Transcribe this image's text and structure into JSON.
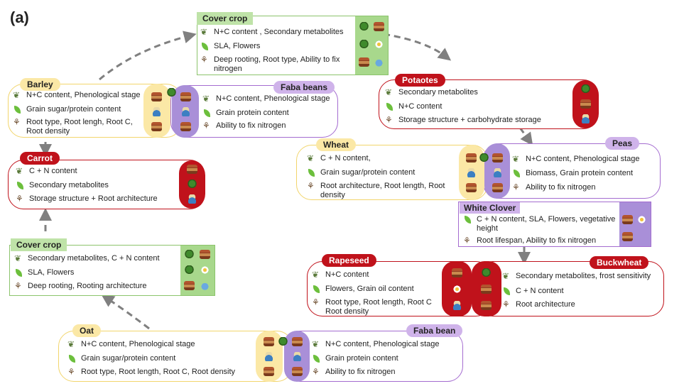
{
  "panel_label": "(a)",
  "nodes": {
    "cover_crop_top": {
      "title": "Cover crop",
      "lines": [
        "N+C content , Secondary metabolites",
        "SLA, Flowers",
        "Deep rooting, Root type, Ability to fix nitrogen"
      ]
    },
    "barley": {
      "title": "Barley",
      "lines": [
        "N+C content, Phenological stage",
        "Grain sugar/protein content",
        "Root type, Root lengh, Root C, Root density"
      ]
    },
    "faba_beans": {
      "title": "Faba beans",
      "lines": [
        "N+C content, Phenological stage",
        "Grain protein content",
        "Ability to fix nitrogen"
      ]
    },
    "potatoes": {
      "title": "Potaotes",
      "lines": [
        "Secondary metabolites",
        "N+C content",
        "Storage structure + carbohydrate storage"
      ]
    },
    "carrot": {
      "title": "Carrot",
      "lines": [
        "C + N content",
        "Secondary metabolites",
        "Storage structure + Root architecture"
      ]
    },
    "wheat": {
      "title": "Wheat",
      "lines": [
        "C + N content,",
        "Grain sugar/protein content",
        "Root architecture, Root length, Root density"
      ]
    },
    "peas": {
      "title": "Peas",
      "lines": [
        "N+C content, Phenological stage",
        "Biomass, Grain protein content",
        "Ability to fix nitrogen"
      ]
    },
    "white_clover": {
      "title": "White Clover",
      "lines": [
        "C + N content, SLA, Flowers, vegetative height",
        "Root lifespan, Ability to fix nitrogen"
      ]
    },
    "cover_crop_left": {
      "title": "Cover crop",
      "lines": [
        "Secondary metabolites, C + N content",
        "SLA, Flowers",
        "Deep rooting, Rooting architecture"
      ]
    },
    "rapeseed": {
      "title": "Rapeseed",
      "lines": [
        "N+C content",
        "Flowers, Grain oil content",
        "Root type, Root length, Root C Root density"
      ]
    },
    "buckwheat": {
      "title": "Buckwheat",
      "lines": [
        "Secondary metabolites, frost sensitivity",
        "C + N content",
        "Root architecture"
      ]
    },
    "oat": {
      "title": "Oat",
      "lines": [
        "N+C content, Phenological stage",
        "Grain sugar/protein content",
        "Root type, Root length, Root C, Root density"
      ]
    },
    "faba_bean": {
      "title": "Faba bean",
      "lines": [
        "N+C content, Phenological stage",
        "Grain protein content",
        "Ability to fix nitrogen"
      ]
    }
  },
  "colors": {
    "cereal": "#f2d56c",
    "root_crop": "#c0121b",
    "legume": "#a46cd0",
    "cover_crop": "#8cc46c",
    "arrow": "#808080"
  }
}
